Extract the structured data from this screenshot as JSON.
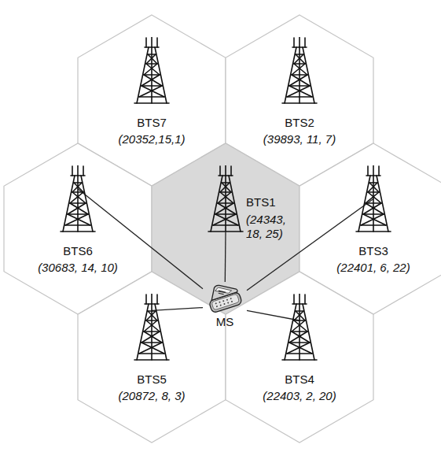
{
  "diagram": {
    "nodes": [
      {
        "text": [
          "BTS7",
          "(20352,15,1)"
        ]
      },
      {
        "text": [
          "BTS2",
          "(39893, 11, 7)"
        ]
      },
      {
        "text": [
          "BTS6",
          "(30683, 14, 10)"
        ]
      },
      {
        "text": [
          "BTS1",
          "(24343, 18, 25)"
        ]
      },
      {
        "text": [
          "BTS3",
          "(22401, 6, 22)"
        ]
      },
      {
        "text": [
          "MS"
        ]
      },
      {
        "text": [
          "BTS5",
          "(20872, 8, 3)"
        ]
      },
      {
        "text": [
          "BTS4",
          "(22403, 2, 20)"
        ]
      }
    ],
    "edges": [
      {
        "from": 2,
        "to": 5,
        "arrow": "none"
      },
      {
        "from": 3,
        "to": 5,
        "arrow": "none"
      },
      {
        "from": 4,
        "to": 5,
        "arrow": "none"
      },
      {
        "from": 6,
        "to": 5,
        "arrow": "none"
      },
      {
        "from": 7,
        "to": 5,
        "arrow": "none"
      }
    ]
  }
}
